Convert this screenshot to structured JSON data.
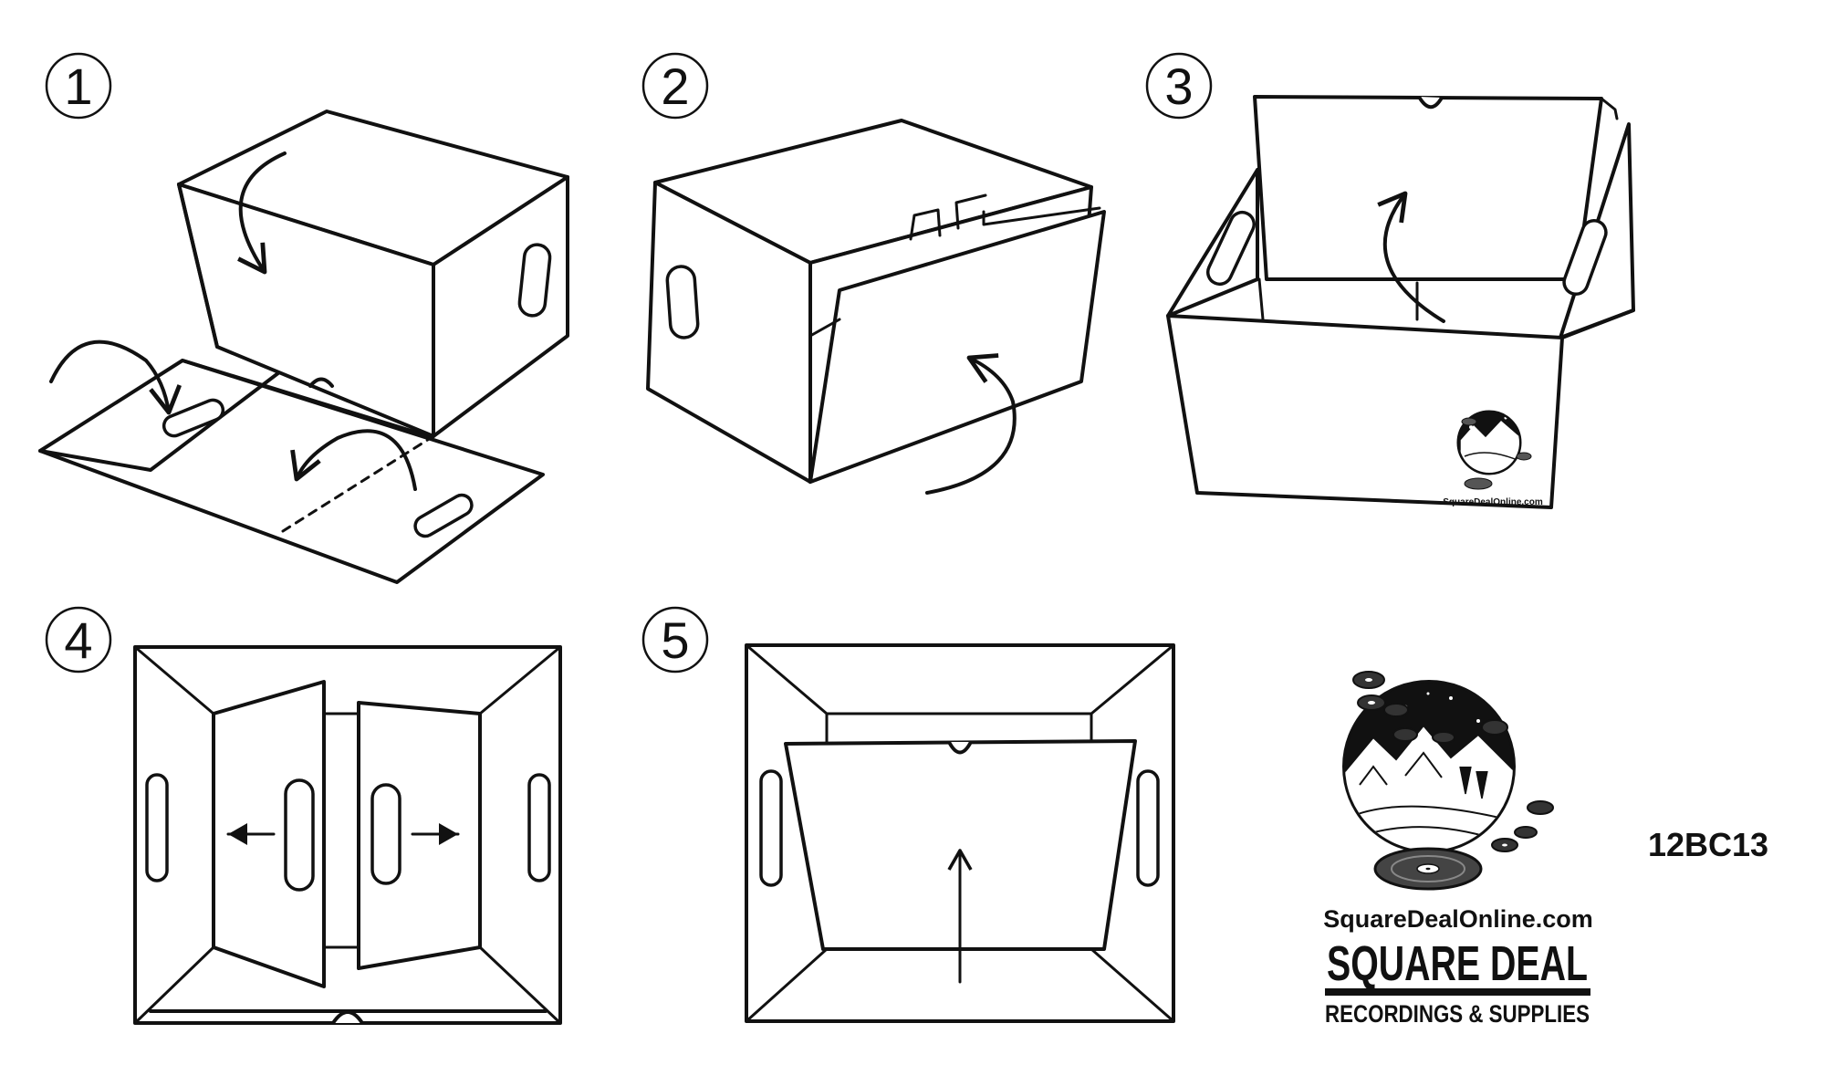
{
  "steps": [
    {
      "number": "1"
    },
    {
      "number": "2"
    },
    {
      "number": "3"
    },
    {
      "number": "4"
    },
    {
      "number": "5"
    }
  ],
  "brand": {
    "website": "SquareDealOnline.com",
    "name": "SQUARE DEAL",
    "tagline": "RECORDINGS & SUPPLIES",
    "logo_lettering": "SquareDealOnline.com"
  },
  "product_code": "12BC13"
}
